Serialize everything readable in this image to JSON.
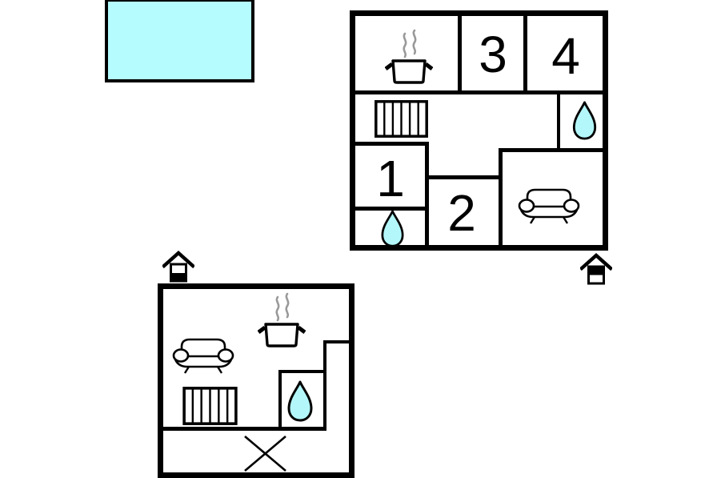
{
  "diagram": "vacation-house-floor-plan",
  "colors": {
    "wall": "#000000",
    "water": "#b3f7fa",
    "pool": "#b5fcfe",
    "steam": "#999999"
  },
  "pool": {
    "icon": "pool-rectangle"
  },
  "plan_upper": {
    "level_icon": "house-top-half-filled",
    "rooms": {
      "room1": {
        "label": "1"
      },
      "room2": {
        "label": "2"
      },
      "room3": {
        "label": "3"
      },
      "room4": {
        "label": "4"
      },
      "kitchen": {
        "icon": "cooking-pot"
      },
      "hallway": {
        "icon": "radiator"
      },
      "bathroom_right": {
        "icon": "water-drop"
      },
      "bathroom_left": {
        "icon": "water-drop"
      },
      "living_room": {
        "icon": "sofa"
      }
    }
  },
  "plan_lower": {
    "level_icon": "house-bottom-half-filled",
    "rooms": {
      "living_area": {
        "icon": "sofa"
      },
      "kitchen": {
        "icon": "cooking-pot"
      },
      "hallway": {
        "icon": "radiator"
      },
      "bathroom": {
        "icon": "water-drop"
      },
      "stairs": {
        "icon": "stairs-cross"
      }
    }
  }
}
